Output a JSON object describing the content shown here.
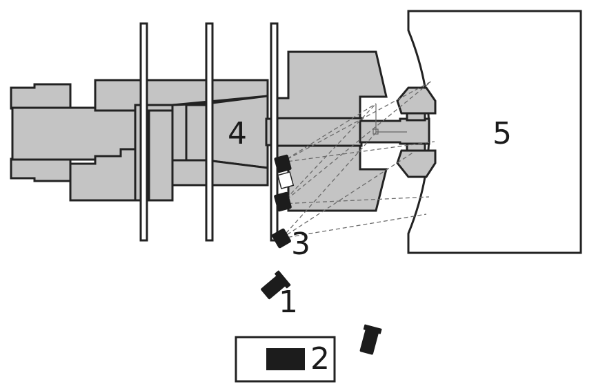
{
  "labels": {
    "sensor_1": "1",
    "controller_2": "2",
    "camera_3": "3",
    "assembly_4": "4",
    "target_5": "5"
  },
  "colors": {
    "body_fill": "#c4c4c4",
    "outline": "#222222",
    "sensor_fill": "#1c1c1c",
    "ray": "#6a6a6a",
    "background": "#ffffff"
  }
}
